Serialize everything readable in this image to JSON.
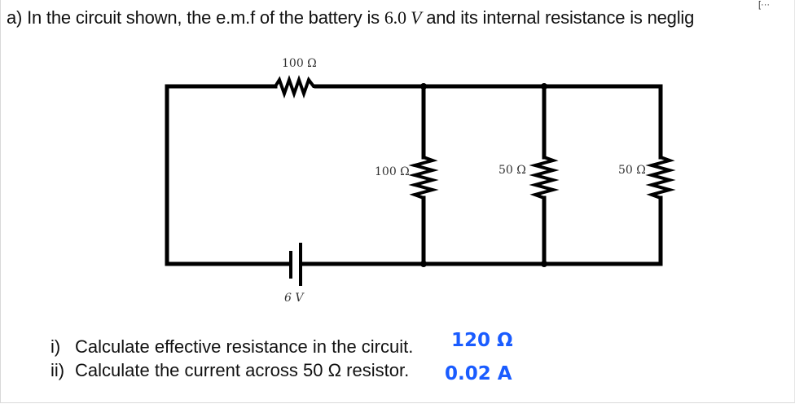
{
  "question": {
    "prefix": "a) In the circuit shown, the e.m.f of the battery is ",
    "emf": "6.0",
    "emf_unit": "V",
    "suffix": " and its internal resistance is neglig",
    "corner_mark": "[···"
  },
  "circuit": {
    "series_resistor_label": "100 Ω",
    "branch_labels": [
      "100 Ω",
      "50 Ω",
      "50 Ω"
    ],
    "battery_label": "6 V",
    "wire_color": "#000000"
  },
  "subquestions": [
    {
      "number": "i)",
      "text": "Calculate effective resistance in the circuit.",
      "answer": "120 Ω"
    },
    {
      "number": "ii)",
      "text": "Calculate the current across 50 Ω resistor.",
      "answer": "0.02 A"
    }
  ],
  "colors": {
    "answer_ink": "#1a5cff",
    "text": "#111111"
  }
}
